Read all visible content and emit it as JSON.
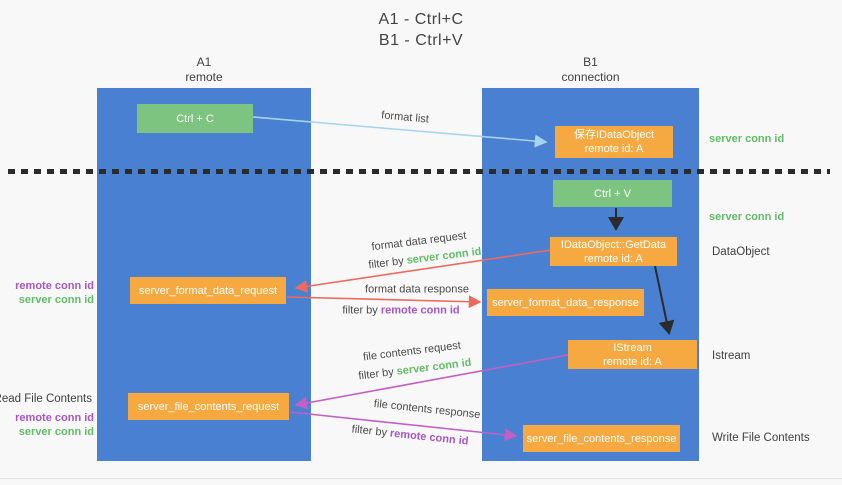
{
  "title": {
    "line1": "A1 - Ctrl+C",
    "line2": "B1 - Ctrl+V"
  },
  "lanes": [
    {
      "name": "A1",
      "subtitle": "remote"
    },
    {
      "name": "B1",
      "subtitle": "connection"
    }
  ],
  "nodes": {
    "ctrl_c": {
      "label": "Ctrl + C"
    },
    "ctrl_v": {
      "label": "Ctrl + V"
    },
    "save_dataobject": {
      "line1": "保存IDataObject",
      "line2": "remote id: A"
    },
    "getdata": {
      "line1": "IDataObject::GetData",
      "line2": "remote id: A"
    },
    "istream": {
      "line1": "IStream",
      "line2": "remote id: A"
    },
    "format_request": {
      "label": "server_format_data_request"
    },
    "format_response": {
      "label": "server_format_data_response"
    },
    "file_request": {
      "label": "server_file_contents_request"
    },
    "file_response": {
      "label": "server_file_contents_response"
    }
  },
  "edges": {
    "format_list": {
      "label": "format list"
    },
    "format_data_request": {
      "label": "format data request",
      "filter_prefix": "filter by",
      "filter_key": "server conn id"
    },
    "format_data_response": {
      "label": "format data response",
      "filter_prefix": "filter by",
      "filter_key": "remote conn id"
    },
    "file_contents_request": {
      "label": "file contents request",
      "filter_prefix": "filter by",
      "filter_key": "server conn id"
    },
    "file_contents_response": {
      "label": "file contents response",
      "filter_prefix": "filter by",
      "filter_key": "remote conn id"
    }
  },
  "annotations": {
    "right": [
      {
        "text": "server conn id"
      },
      {
        "text": "server conn id"
      },
      {
        "text": "DataObject"
      },
      {
        "text": "Istream"
      },
      {
        "text": "Write File Contents"
      }
    ],
    "left": [
      {
        "text": "remote conn id"
      },
      {
        "text": "server conn id"
      },
      {
        "text": "Read File Contents"
      },
      {
        "text": "remote conn id"
      },
      {
        "text": "server conn id"
      }
    ]
  },
  "colors": {
    "lane_blue": "#4a80d2",
    "box_green": "#7cc47f",
    "box_orange": "#f7a941",
    "arrow_light_blue": "#a9d3f0",
    "arrow_red": "#ec6a5e",
    "arrow_magenta": "#c35fc5",
    "arrow_black": "#2b2b2b",
    "label_green": "#5fbd66",
    "label_purple": "#a855c8",
    "text_dark": "#3f3f3f"
  }
}
